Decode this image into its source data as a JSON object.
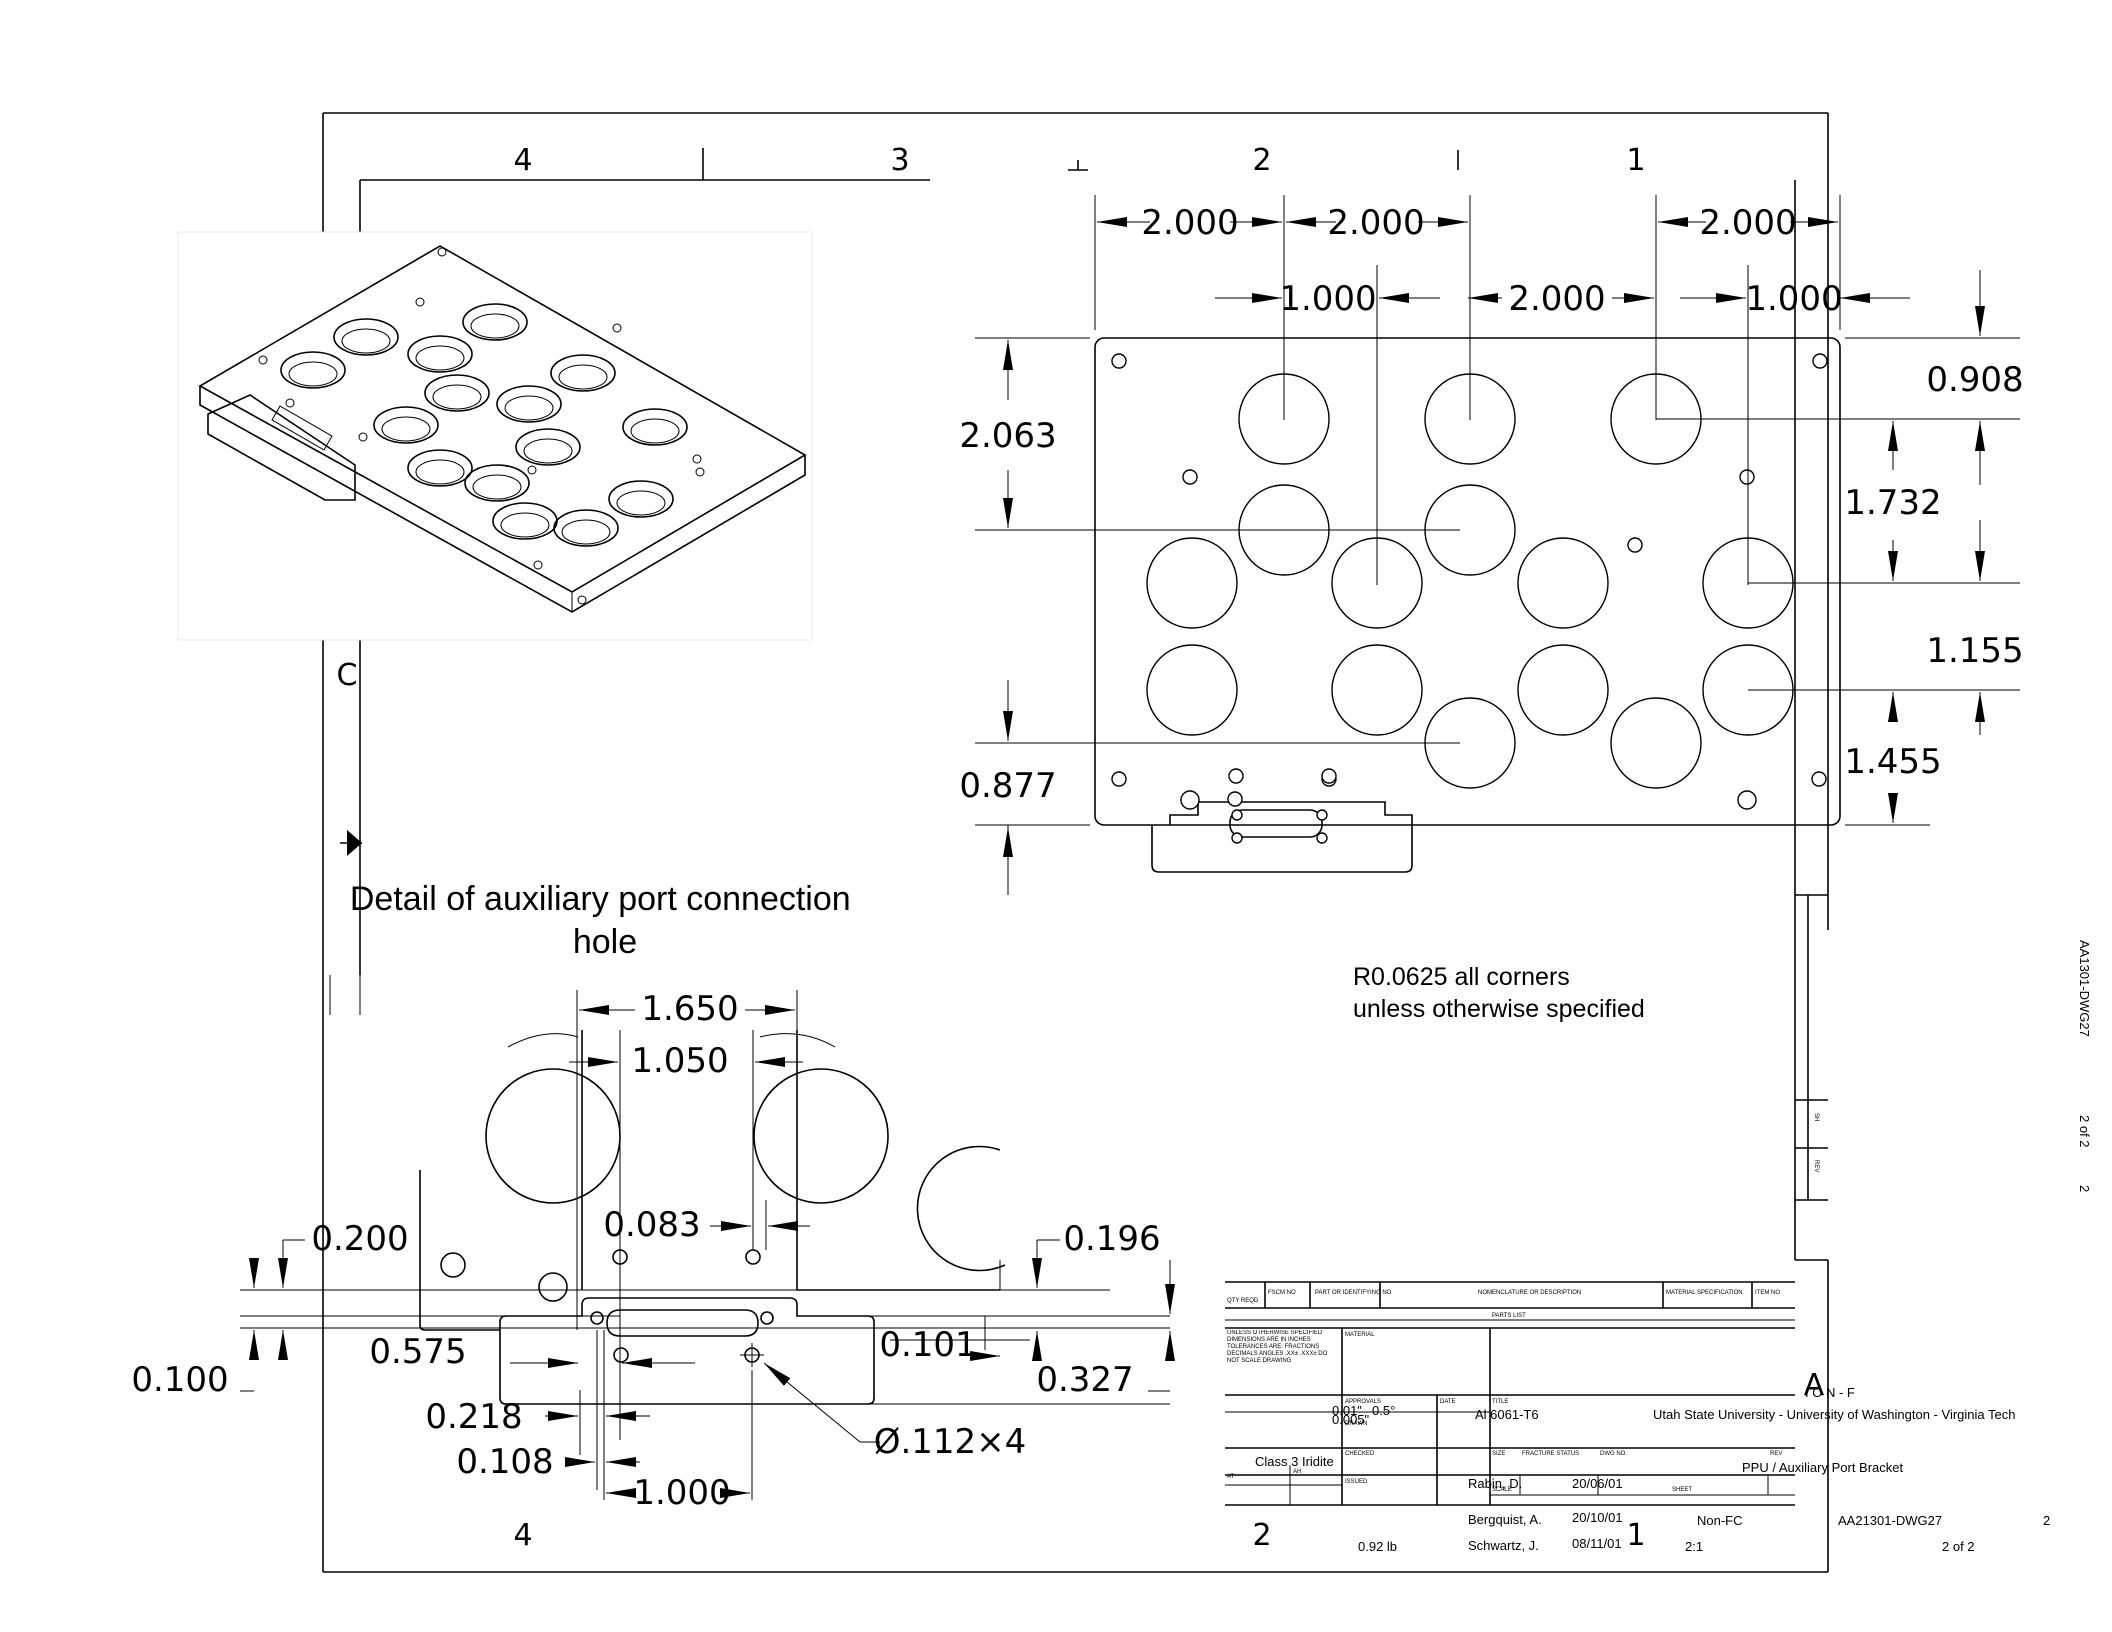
{
  "zones": {
    "top": [
      "4",
      "3",
      "2",
      "1"
    ],
    "bottom": [
      "4",
      "2",
      "1"
    ],
    "left": [
      "C"
    ],
    "right": [
      "A"
    ]
  },
  "top_view_dimensions": {
    "row1": [
      "2.000",
      "2.000",
      "2.000"
    ],
    "row2": [
      "1.000",
      "2.000",
      "1.000"
    ],
    "left": [
      "2.063",
      "0.877"
    ],
    "right": [
      "0.908",
      "1.732",
      "1.155",
      "1.455"
    ]
  },
  "detail": {
    "title": "Detail of auxiliary port connection hole",
    "dims": {
      "w1650": "1.650",
      "w1050": "1.050",
      "d0200": "0.200",
      "d0083": "0.083",
      "d0196": "0.196",
      "d0100": "0.100",
      "d0575": "0.575",
      "d0101": "0.101",
      "d0327": "0.327",
      "d0218": "0.218",
      "d0108": "0.108",
      "d1000": "1.000",
      "holes": "Ø.112×4"
    }
  },
  "note": {
    "line1": "R0.0625 all corners",
    "line2": "unless otherwise specified"
  },
  "title_block": {
    "header_cells": [
      "QTY REQD",
      "FSCM NO",
      "PART OR IDENTIFYING NO",
      "NOMENCLATURE OR DESCRIPTION",
      "MATERIAL SPECIFICATION",
      "ITEM NO"
    ],
    "parts_list": "PARTS LIST",
    "tolerance_note": "UNLESS OTHERWISE SPECIFIED DIMENSIONS ARE IN INCHES TOLERANCES ARE: FRACTIONS DECIMALS ANGLES .XX± .XXX± DO NOT SCALE DRAWING",
    "material_label": "MATERIAL",
    "tol_a": "0.01\"",
    "tol_b": "0.5°",
    "tol_c": "0.005\"",
    "approvals": "APPROVALS",
    "date_label": "DATE",
    "drawn": "DRAWN",
    "checked": "CHECKED",
    "issued": "ISSUED",
    "title_label": "TITLE",
    "material": "Al 6061-T6",
    "org": "Utah State University - University of Washington - Virginia Tech",
    "ion_f": "I O N - F",
    "class": "Class 3 Iridite",
    "part": "PPU / Auxiliary Port Bracket",
    "size": "SIZE",
    "fracture": "FRACTURE STATUS",
    "dwg_no_label": "DWG NO.",
    "rev_label": "REV",
    "scale_label": "SCALE",
    "sheet_label": "SHEET",
    "drawn_by": "Rabin, D.",
    "drawn_date": "20/06/01",
    "checked_by": "Bergquist, A.",
    "checked_date": "20/10/01",
    "issued_by": "Schwartz, J.",
    "issued_date": "08/11/01",
    "weight": "0.92 lb",
    "status": "Non-FC",
    "dwg_no": "AA21301-DWG27",
    "rev": "2",
    "scale": "2:1",
    "sheet": "2 of 2",
    "side_dwg": "AA1301-DWG27",
    "side_sheet": "2 of 2",
    "side_rev": "2",
    "side_sh": "SH",
    "side_rev_lbl": "REV",
    "lh_a": "AH",
    "lh_b": "AT"
  }
}
